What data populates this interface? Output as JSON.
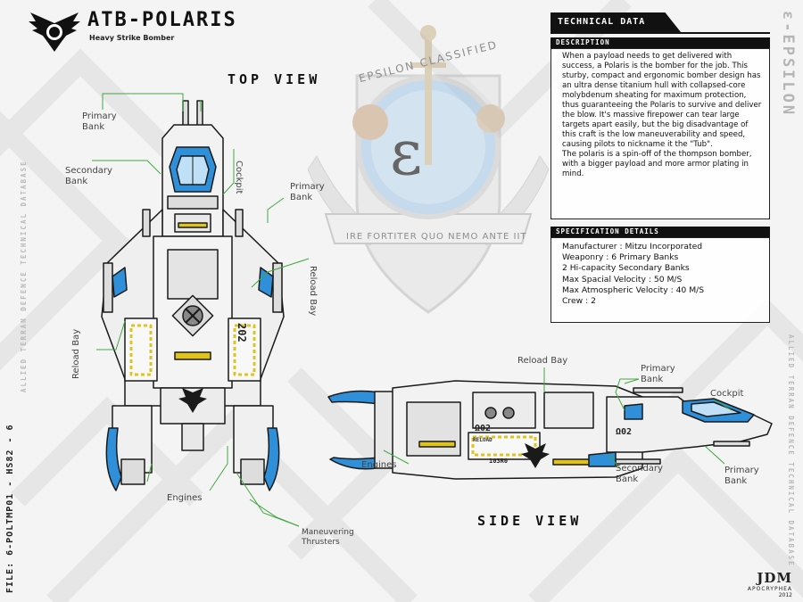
{
  "header": {
    "title": "ATB-POLARIS",
    "subtitle": "Heavy Strike Bomber"
  },
  "views": {
    "top_title": "TOP VIEW",
    "side_title": "SIDE VIEW"
  },
  "top_labels": {
    "primary_bank_1": "Primary\nBank",
    "secondary_bank": "Secondary\nBank",
    "cockpit": "Cockpit",
    "primary_bank_2": "Primary\nBank",
    "reload_bay_right": "Reload Bay",
    "reload_bay_left": "Reload Bay",
    "engines": "Engines",
    "maneuvering": "Maneuvering\nThrusters"
  },
  "side_labels": {
    "reload_bay": "Reload Bay",
    "primary_bank_1": "Primary\nBank",
    "cockpit": "Cockpit",
    "engines": "Engines",
    "secondary_bank": "Secondary\nBank",
    "primary_bank_2": "Primary\nBank"
  },
  "hull_markings": {
    "top_id": "202",
    "side_id_a": "Ω02",
    "side_id_b": "Ω02",
    "side_serial": "103R0",
    "side_reload": "RELOAD"
  },
  "side_text": {
    "left_db": "ALLIED TERRAN DEFENCE TECHNICAL DATABASE",
    "right_db": "ALLIED TERRAN DEFENCE TECHNICAL DATABASE",
    "file": "FILE: 6-POLTMP01 - HS82 - 6",
    "epsilon": "ε-EPSILON"
  },
  "emblem": {
    "top_text": "EPSILON CLASSIFIED",
    "bottom_text": "IRE FORTITER QUO NEMO ANTE IIT",
    "symbol": "ε"
  },
  "tech": {
    "header": "TECHNICAL DATA",
    "description_label": "DESCRIPTION",
    "description": [
      "When a payload needs to get delivered with success, a Polaris is the bomber for the job. This sturby, compact and ergonomic bomber design has an ultra dense titanium hull with collapsed-core molybdenum sheating for maximum protection, thus guaranteeing the Polaris to survive and deliver the blow. It's massive firepower can tear large targets apart easily, but the big disadvantage of this craft is the low maneuverability and speed, causing pilots to nickname it the \"Tub\".",
      "The polaris is a spin-off of the thompson bomber, with a bigger payload and more armor plating in mind."
    ],
    "spec_label": "SPECIFICATION DETAILS",
    "specs": [
      "Manufacturer : Mitzu Incorporated",
      "Weaponry : 6 Primary Banks",
      "2 Hi-capacity Secondary Banks",
      "Max Spacial Velocity : 50 M/S",
      "Max Atmospheric Velocity : 40 M/S",
      "Crew : 2"
    ]
  },
  "signature": {
    "mark": "JDM",
    "name": "APOCRYPHEA",
    "year": "2012"
  },
  "colors": {
    "accent_blue": "#2f8fd8",
    "callout_green": "#3fa83f",
    "hazard_yellow": "#e0c31c",
    "hull_white": "#f2f2f2",
    "outline": "#1a1a1a"
  }
}
